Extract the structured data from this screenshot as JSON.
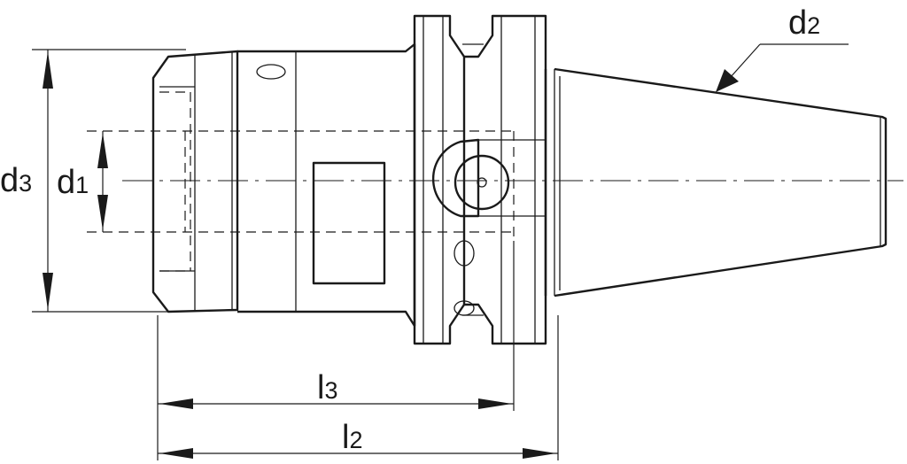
{
  "labels": {
    "d3": {
      "main": "d",
      "sub": "3"
    },
    "d1": {
      "main": "d",
      "sub": "1"
    },
    "d2": {
      "main": "d",
      "sub": "2"
    },
    "l3": {
      "main": "l",
      "sub": "3"
    },
    "l2": {
      "main": "l",
      "sub": "2"
    }
  }
}
